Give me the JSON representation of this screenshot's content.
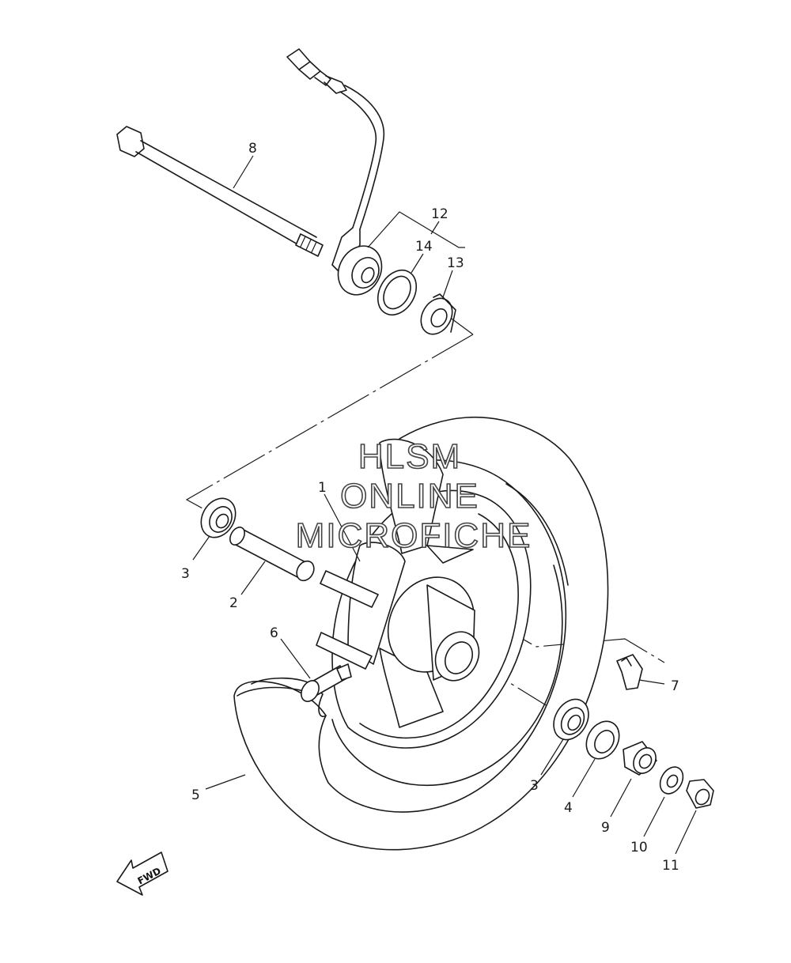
{
  "diagram": {
    "watermark": {
      "line1": "HLSM",
      "line2": "ONLINE",
      "line3": "MICROFICHE"
    },
    "direction_badge": "FWD",
    "callouts": [
      {
        "id": "c1",
        "number": "1"
      },
      {
        "id": "c2",
        "number": "2"
      },
      {
        "id": "c3a",
        "number": "3"
      },
      {
        "id": "c3b",
        "number": "3"
      },
      {
        "id": "c4",
        "number": "4"
      },
      {
        "id": "c5",
        "number": "5"
      },
      {
        "id": "c6",
        "number": "6"
      },
      {
        "id": "c7",
        "number": "7"
      },
      {
        "id": "c8",
        "number": "8"
      },
      {
        "id": "c9",
        "number": "9"
      },
      {
        "id": "c10",
        "number": "10"
      },
      {
        "id": "c11",
        "number": "11"
      },
      {
        "id": "c12",
        "number": "12"
      },
      {
        "id": "c13",
        "number": "13"
      },
      {
        "id": "c14",
        "number": "14"
      }
    ]
  }
}
